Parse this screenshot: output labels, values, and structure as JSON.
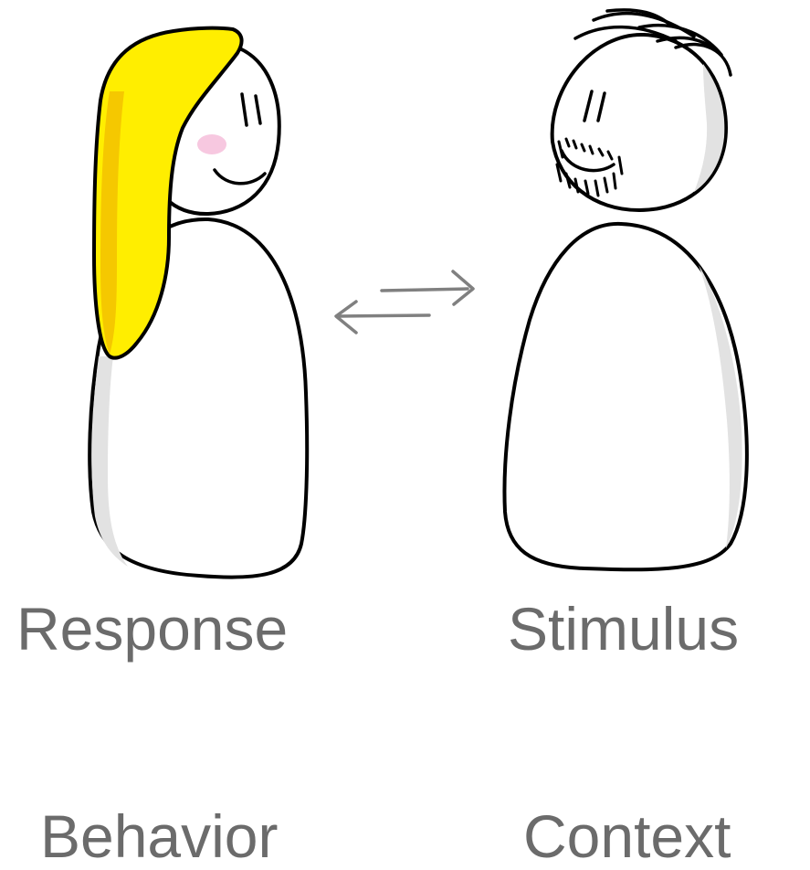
{
  "figures": {
    "left": {
      "label": "Response",
      "category": "Behavior",
      "hair_color": "#FFEE00",
      "hair_shade": "#F5C800",
      "cheek_color": "#F7C8E0"
    },
    "right": {
      "label": "Stimulus",
      "category": "Context"
    }
  },
  "arrows": {
    "icon": "bidirectional-arrows-icon",
    "color": "#808080"
  },
  "colors": {
    "outline": "#000000",
    "body_fill": "#ffffff",
    "body_shade": "#e2e2e2",
    "text": "#6b6b6b"
  }
}
